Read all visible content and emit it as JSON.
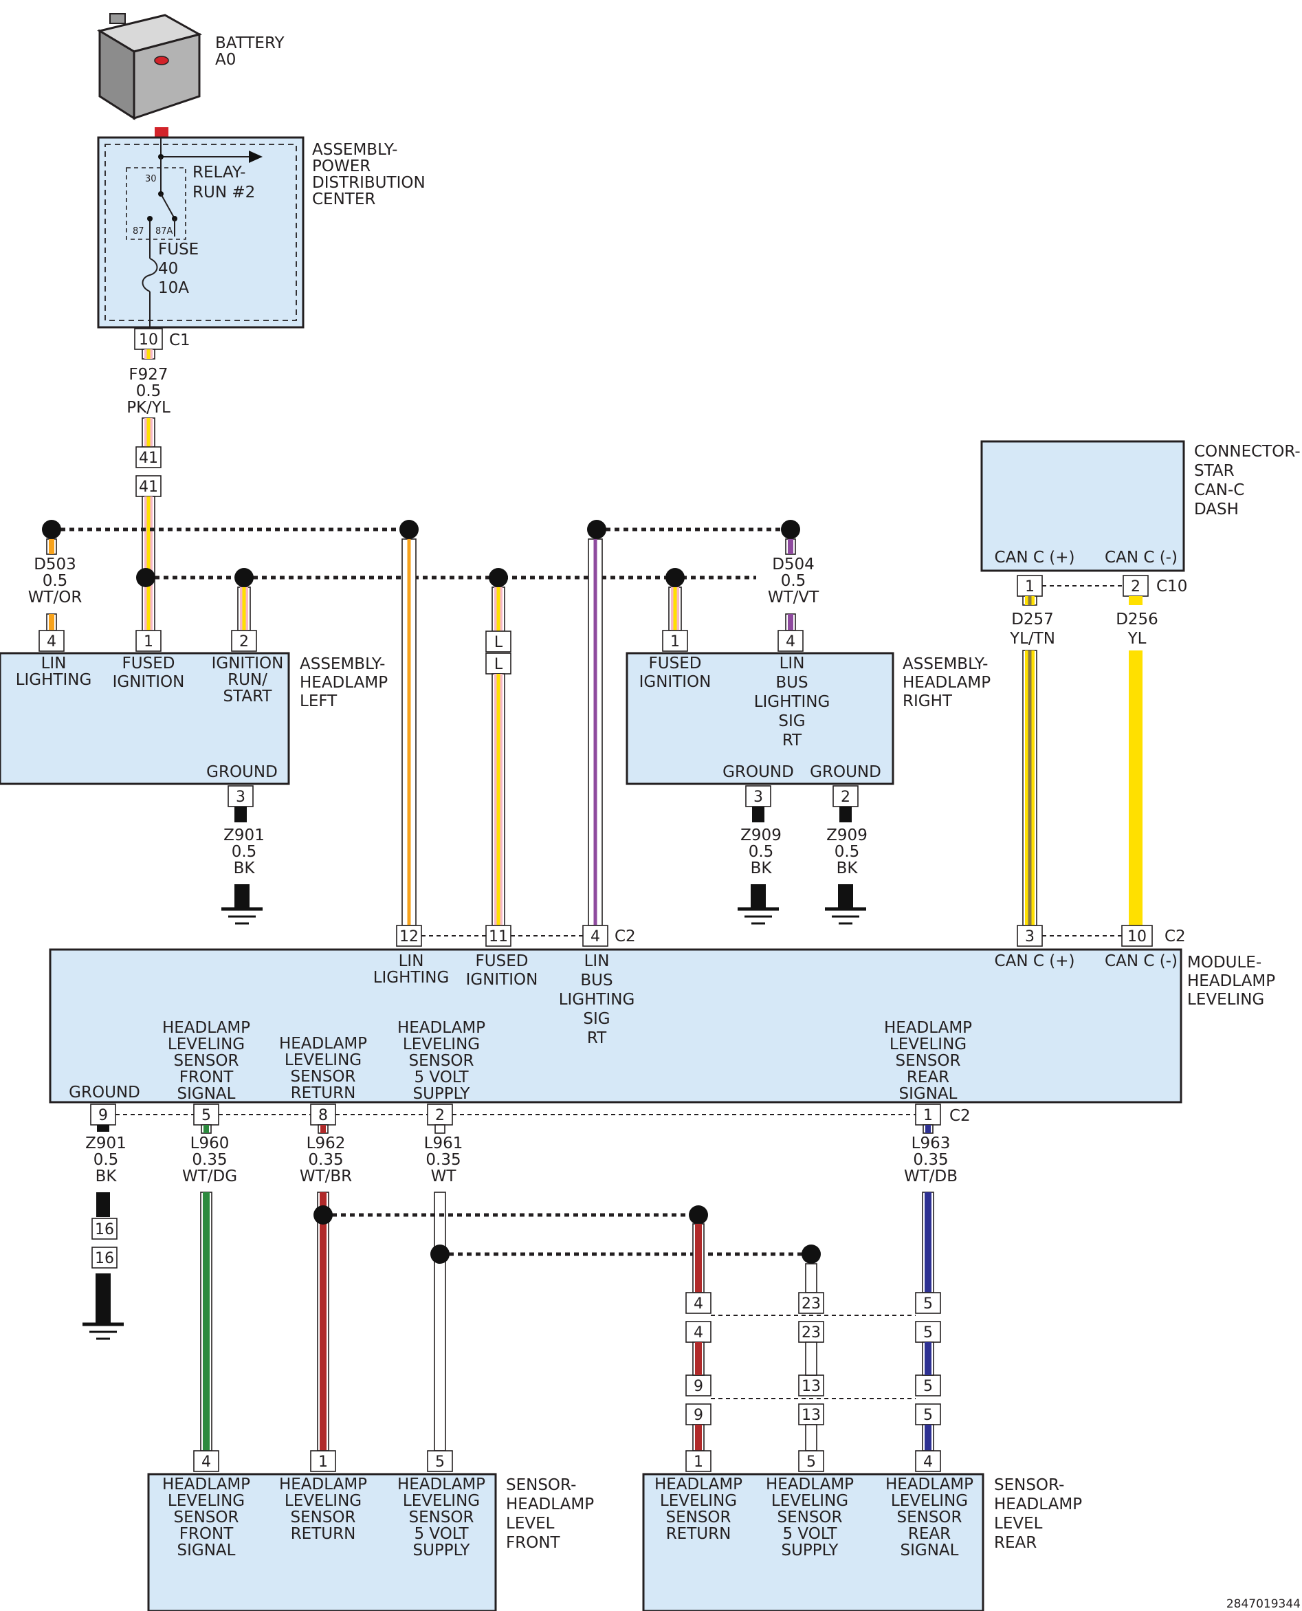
{
  "components": {
    "battery": {
      "name": "BATTERY",
      "ref": "A0"
    },
    "pdc": {
      "name_lines": [
        "ASSEMBLY-",
        "POWER",
        "DISTRIBUTION",
        "CENTER"
      ],
      "relay_lines": [
        "RELAY-",
        "RUN #2"
      ],
      "relay_pins": [
        "30",
        "87",
        "87A"
      ],
      "fuse_lines": [
        "FUSE",
        "40",
        "10A"
      ],
      "pin": "10",
      "connector": "C1"
    },
    "headlamp_left": {
      "name_lines": [
        "ASSEMBLY-",
        "HEADLAMP",
        "LEFT"
      ],
      "pin_labels": {
        "lin": [
          "LIN",
          "LIGHTING"
        ],
        "fused": [
          "FUSED",
          "IGNITION"
        ],
        "ign": [
          "IGNITION",
          "RUN/",
          "START"
        ],
        "ground": "GROUND"
      },
      "pins": [
        "4",
        "1",
        "2",
        "3"
      ]
    },
    "headlamp_right": {
      "name_lines": [
        "ASSEMBLY-",
        "HEADLAMP",
        "RIGHT"
      ],
      "pin_labels": {
        "fused": [
          "FUSED",
          "IGNITION"
        ],
        "lin": [
          "LIN",
          "BUS",
          "LIGHTING",
          "SIG",
          "RT"
        ],
        "ground1": "GROUND",
        "ground2": "GROUND"
      },
      "pins": [
        "1",
        "4",
        "3",
        "2"
      ]
    },
    "star": {
      "name_lines": [
        "CONNECTOR-",
        "STAR",
        "CAN-C",
        "DASH"
      ],
      "pin_labels": [
        "CAN C (+)",
        "CAN C (-)"
      ],
      "pins": [
        "1",
        "2"
      ],
      "connector": "C10"
    },
    "module": {
      "name_lines": [
        "MODULE-",
        "HEADLAMP",
        "LEVELING"
      ],
      "top_pins": [
        "12",
        "11",
        "4",
        "3",
        "10"
      ],
      "top_connector": "C2",
      "top_labels": {
        "lin": [
          "LIN",
          "LIGHTING"
        ],
        "fused": [
          "FUSED",
          "IGNITION"
        ],
        "linbus": [
          "LIN",
          "BUS",
          "LIGHTING",
          "SIG",
          "RT"
        ],
        "canp": "CAN C (+)",
        "canm": "CAN C (-)"
      },
      "bottom_pins": [
        "9",
        "5",
        "8",
        "2",
        "1"
      ],
      "bottom_connector": "C2",
      "bottom_labels": {
        "ground": "GROUND",
        "front": [
          "HEADLAMP",
          "LEVELING",
          "SENSOR",
          "FRONT",
          "SIGNAL"
        ],
        "ret": [
          "HEADLAMP",
          "LEVELING",
          "SENSOR",
          "RETURN"
        ],
        "supply": [
          "HEADLAMP",
          "LEVELING",
          "SENSOR",
          "5 VOLT",
          "SUPPLY"
        ],
        "rear": [
          "HEADLAMP",
          "LEVELING",
          "SENSOR",
          "REAR",
          "SIGNAL"
        ]
      }
    },
    "sensor_front": {
      "name_lines": [
        "SENSOR-",
        "HEADLAMP",
        "LEVEL",
        "FRONT"
      ],
      "pins": [
        "4",
        "1",
        "5"
      ],
      "labels": [
        [
          "HEADLAMP",
          "LEVELING",
          "SENSOR",
          "FRONT",
          "SIGNAL"
        ],
        [
          "HEADLAMP",
          "LEVELING",
          "SENSOR",
          "RETURN"
        ],
        [
          "HEADLAMP",
          "LEVELING",
          "SENSOR",
          "5 VOLT",
          "SUPPLY"
        ]
      ]
    },
    "sensor_rear": {
      "name_lines": [
        "SENSOR-",
        "HEADLAMP",
        "LEVEL",
        "REAR"
      ],
      "pins": [
        "1",
        "5",
        "4"
      ],
      "labels": [
        [
          "HEADLAMP",
          "LEVELING",
          "SENSOR",
          "RETURN"
        ],
        [
          "HEADLAMP",
          "LEVELING",
          "SENSOR",
          "5 VOLT",
          "SUPPLY"
        ],
        [
          "HEADLAMP",
          "LEVELING",
          "SENSOR",
          "REAR",
          "SIGNAL"
        ]
      ]
    }
  },
  "wires": {
    "f927": [
      "F927",
      "0.5",
      "PK/YL"
    ],
    "d503": [
      "D503",
      "0.5",
      "WT/OR"
    ],
    "d504": [
      "D504",
      "0.5",
      "WT/VT"
    ],
    "d257": [
      "D257",
      "YL/TN"
    ],
    "d256": [
      "D256",
      "YL"
    ],
    "z901_left": [
      "Z901",
      "0.5",
      "BK"
    ],
    "z909_a": [
      "Z909",
      "0.5",
      "BK"
    ],
    "z909_b": [
      "Z909",
      "0.5",
      "BK"
    ],
    "z901_module": [
      "Z901",
      "0.5",
      "BK"
    ],
    "l960": [
      "L960",
      "0.35",
      "WT/DG"
    ],
    "l962": [
      "L962",
      "0.35",
      "WT/BR"
    ],
    "l961": [
      "L961",
      "0.35",
      "WT"
    ],
    "l963": [
      "L963",
      "0.35",
      "WT/DB"
    ]
  },
  "inline": {
    "f927": [
      "41",
      "41"
    ],
    "fused_l": [
      "L",
      "L"
    ],
    "z901": [
      "16",
      "16"
    ],
    "rear_a": [
      "4",
      "23",
      "5"
    ],
    "rear_b": [
      "4",
      "23",
      "5"
    ],
    "rear_c": [
      "9",
      "13",
      "5"
    ],
    "rear_d": [
      "9",
      "13",
      "5"
    ]
  },
  "colors": {
    "pink": "#f7b8c6",
    "yellow": "#ffe000",
    "orange": "#f7a21b",
    "violet": "#8e4a9e",
    "tan": "#8a7b45",
    "green": "#2c8a3e",
    "brown": "#b02a2a",
    "blue": "#2e3192",
    "black": "#111111",
    "red": "#d2232a"
  },
  "figure_id": "2847019344"
}
